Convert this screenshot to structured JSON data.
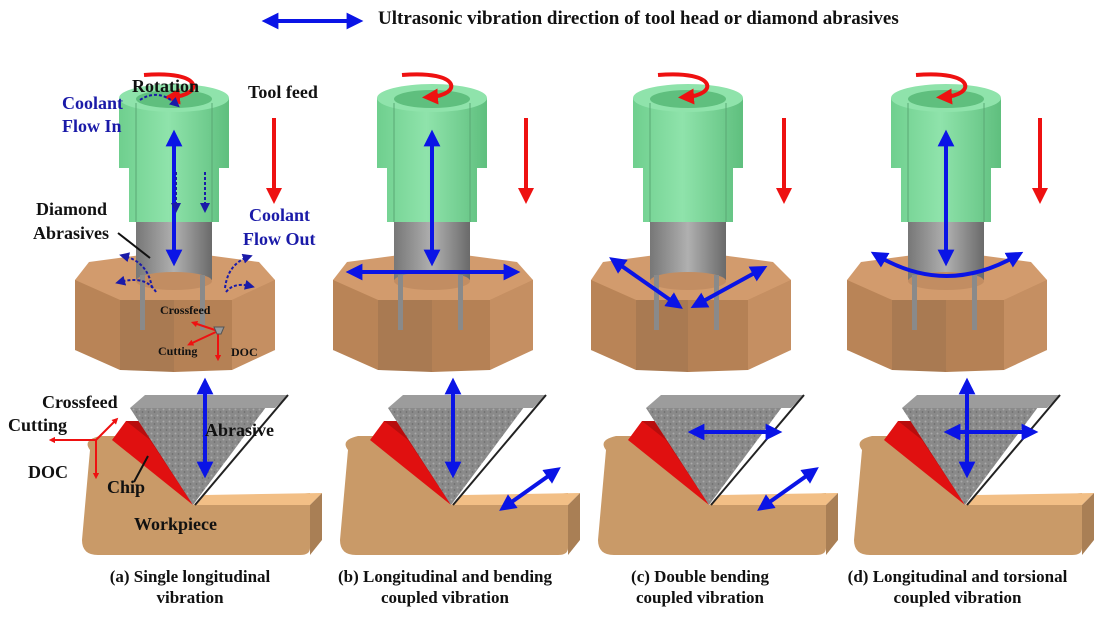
{
  "legend": {
    "icon": "double-headed-arrow-icon",
    "text": "Ultrasonic vibration direction of tool head or diamond abrasives"
  },
  "colors": {
    "vibration_arrow": "#0a14e6",
    "motion_arrow": "#ee1111",
    "tool_green": "#7fdc9c",
    "workpiece": "#c8956a",
    "abrasive_gray": "#8c8c8c",
    "chip_red": "#e01010",
    "coolant_blue_text": "#1a1aa8"
  },
  "panel_a_labels": {
    "rotation": "Rotation",
    "tool_feed": "Tool feed",
    "coolant_in_line1": "Coolant",
    "coolant_in_line2": "Flow In",
    "coolant_out_line1": "Coolant",
    "coolant_out_line2": "Flow Out",
    "diamond_line1": "Diamond",
    "diamond_line2": "Abrasives",
    "crossfeed": "Crossfeed",
    "cutting": "Cutting",
    "doc": "DOC"
  },
  "panel_a_detail_labels": {
    "crossfeed": "Crossfeed",
    "cutting": "Cutting",
    "doc": "DOC",
    "chip": "Chip",
    "abrasive": "Abrasive",
    "workpiece": "Workpiece"
  },
  "panels": [
    {
      "id": "a",
      "caption_line1": "(a) Single longitudinal",
      "caption_line2": "vibration",
      "vibration_mode": "longitudinal"
    },
    {
      "id": "b",
      "caption_line1": "(b) Longitudinal and bending",
      "caption_line2": "coupled vibration",
      "vibration_mode": "longitudinal+bending"
    },
    {
      "id": "c",
      "caption_line1": "(c) Double bending",
      "caption_line2": "coupled vibration",
      "vibration_mode": "double-bending"
    },
    {
      "id": "d",
      "caption_line1": "(d) Longitudinal and torsional",
      "caption_line2": "coupled vibration",
      "vibration_mode": "longitudinal+torsional"
    }
  ]
}
